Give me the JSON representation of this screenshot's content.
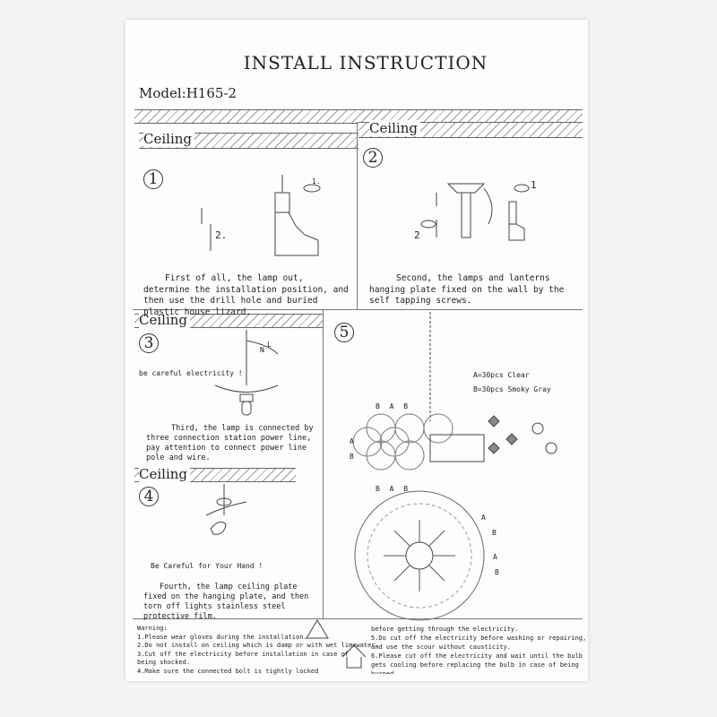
{
  "title": "INSTALL INSTRUCTION",
  "model": "Model:H165-2",
  "ceiling_label": "Ceiling",
  "steps": [
    {
      "number": "1",
      "labels": [
        "1.",
        "2."
      ],
      "text": "First of all, the lamp out, determine the installation position, and then use the drill hole and buried plastic house lizard."
    },
    {
      "number": "2",
      "labels": [
        "1",
        "2"
      ],
      "text": "Second, the lamps and lanterns hanging plate fixed on the wall by the self tapping screws."
    },
    {
      "number": "3",
      "caution": "be careful electricity !",
      "labels": [
        "L",
        "N"
      ],
      "text": "Third, the lamp is connected by three connection station power line, pay attention to connect power line pole and wire."
    },
    {
      "number": "4",
      "caution": "Be Careful for Your Hand !",
      "text": "Fourth, the lamp ceiling plate fixed on the hanging plate, and then torn off lights stainless steel protective film."
    },
    {
      "number": "5",
      "legend": [
        "A=30pcs Clear",
        "B=30pcs Smoky Gray"
      ],
      "row_top": "B A B",
      "row_bottom": "B A B",
      "side": [
        "A",
        "B"
      ],
      "round": [
        "A",
        "B",
        "A",
        "B"
      ]
    }
  ],
  "warning": {
    "heading": "Warning:",
    "left": [
      "1.Please wear gloves during the installation.",
      "2.Do not install on ceiling which is damp or with wet limewater.",
      "3.Cut off the electricity before installation in case of",
      "being shocked.",
      "4.Make sure the connected bolt is tightly locked"
    ],
    "right": [
      "before getting through the electricity.",
      "5.Do cut off the electricity before washing or repairing,",
      "and use the scour without causticity.",
      "6.Please cut off the electricity and wait until the bulb",
      "gets cooling before replacing the bulb in case of being",
      "burned"
    ]
  }
}
